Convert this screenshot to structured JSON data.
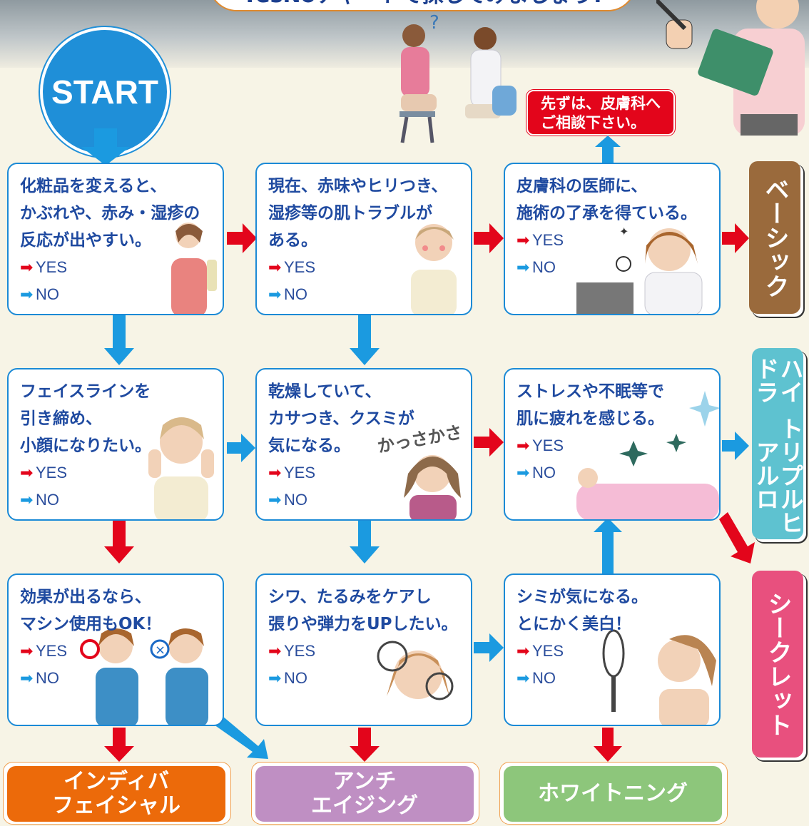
{
  "header": {
    "speech_text": "YesNoチャートで探してみましょう!"
  },
  "start_label": "START",
  "consult_note": {
    "line1": "先ずは、皮膚科へ",
    "line2": "ご相談下さい。"
  },
  "questions": [
    {
      "lines": [
        "化粧品を変えると、",
        "かぶれや、赤み・湿疹の",
        "反応が出やすい。"
      ],
      "yes": "YES",
      "no": "NO"
    },
    {
      "lines": [
        "現在、赤味やヒリつき、",
        "湿疹等の肌トラブルが",
        "ある。"
      ],
      "yes": "YES",
      "no": "NO"
    },
    {
      "lines": [
        "皮膚科の医師に、",
        "施術の了承を得ている。"
      ],
      "yes": "YES",
      "no": "NO"
    },
    {
      "lines": [
        "フェイスラインを",
        "引き締め、",
        "小顔になりたい。"
      ],
      "yes": "YES",
      "no": "NO"
    },
    {
      "lines": [
        "乾燥していて、",
        "カサつき、クスミが",
        "気になる。"
      ],
      "yes": "YES",
      "no": "NO"
    },
    {
      "lines": [
        "ストレスや不眠等で",
        "肌に疲れを感じる。"
      ],
      "yes": "YES",
      "no": "NO"
    },
    {
      "lines": [
        "効果が出るなら、",
        "マシン使用もOK！"
      ],
      "yes": "YES",
      "no": "NO"
    },
    {
      "lines": [
        "シワ、たるみをケアし",
        "張りや弾力をUPしたい。"
      ],
      "yes": "YES",
      "no": "NO"
    },
    {
      "lines": [
        "シミが気になる。",
        "とにかく美白！"
      ],
      "yes": "YES",
      "no": "NO"
    }
  ],
  "illustration_text": {
    "kasakasa": "かっさかさ"
  },
  "results": {
    "basic": "ベーシック",
    "hydra": "ハイドラ トリプルヒアルロ",
    "hydra_line1": "ハイドラ",
    "hydra_line2": "トリプルヒアルロ",
    "secret": "シークレット",
    "individual_line1": "インディバ",
    "individual_line2": "フェイシャル",
    "antiaging_line1": "アンチ",
    "antiaging_line2": "エイジング",
    "whitening": "ホワイトニング"
  },
  "colors": {
    "yes_arrow": "#e3051b",
    "no_arrow": "#1b9ae0",
    "box_border": "#1b8ad6",
    "text": "#1f4aa0",
    "basic": "#9a6a3c",
    "hydra": "#5ec2d0",
    "secret": "#e8507e",
    "individual": "#ec6a0a",
    "antiaging": "#bf8fc3",
    "whitening": "#8dc67b"
  }
}
